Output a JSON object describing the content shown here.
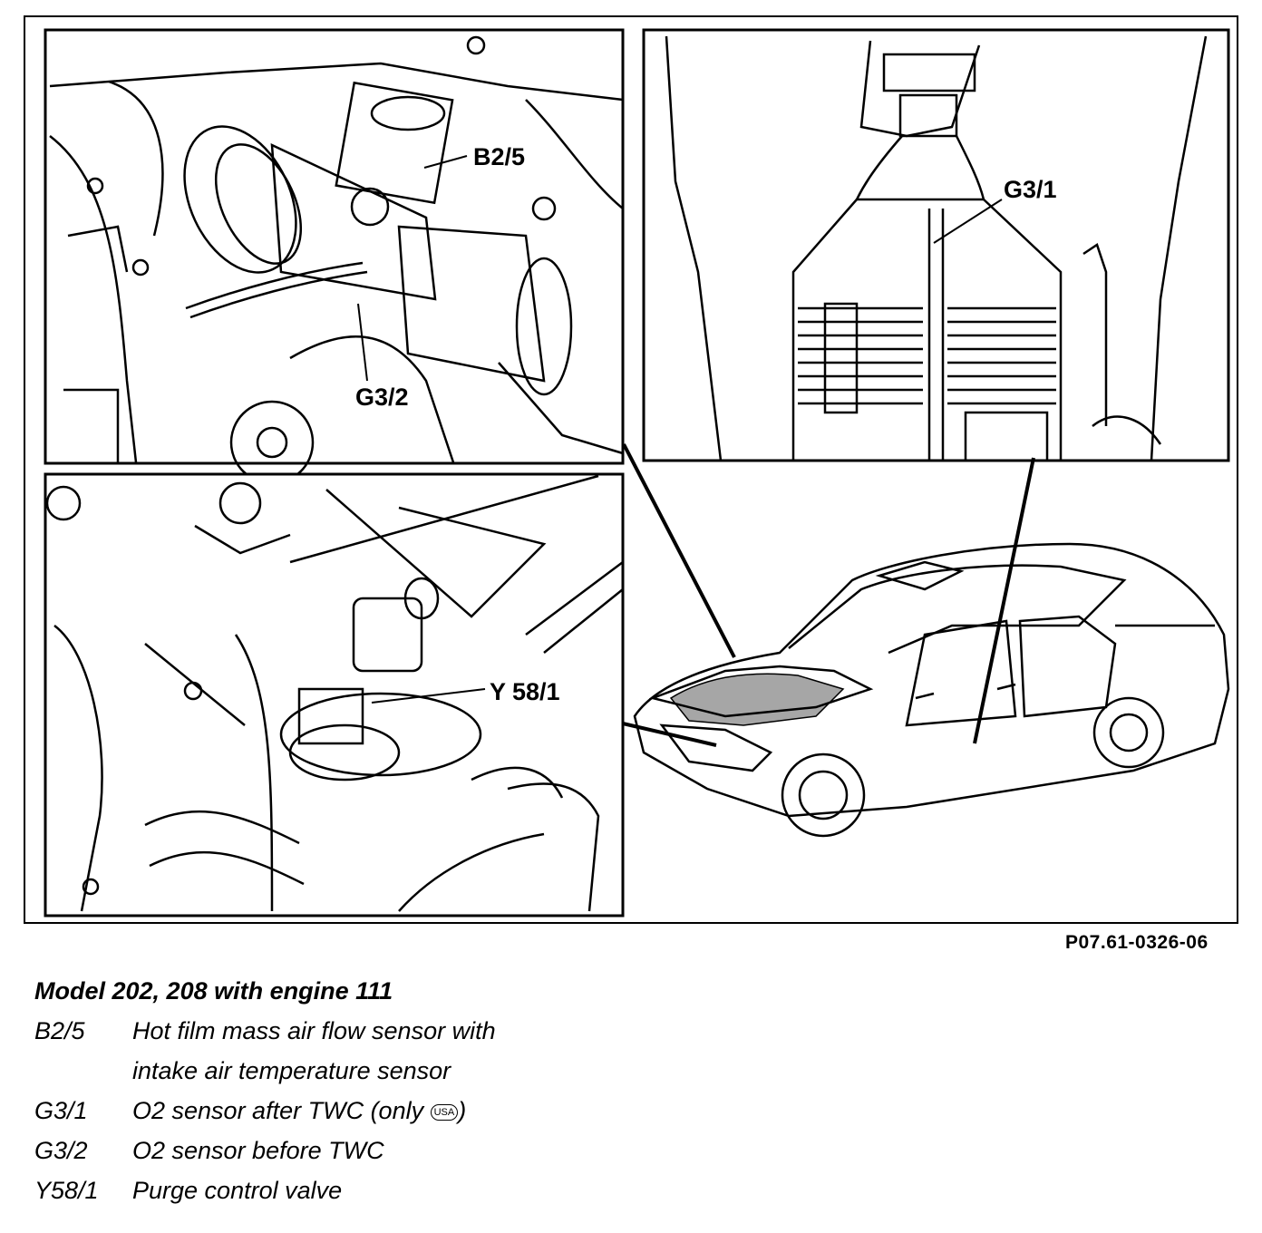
{
  "labels": {
    "b2_5": "B2/5",
    "g3_2": "G3/2",
    "g3_1": "G3/1",
    "y58_1": "Y 58/1"
  },
  "reference": "P07.61-0326-06",
  "caption": {
    "title": "Model 202, 208 with engine 111",
    "items": [
      {
        "code": "B2/5",
        "desc": "Hot film mass air flow sensor with"
      },
      {
        "code": "",
        "desc": "intake air temperature sensor"
      },
      {
        "code": "G3/1",
        "desc_before": "O2 sensor after TWC (only",
        "badge": "USA",
        "desc_after": ")"
      },
      {
        "code": "G3/2",
        "desc": "O2 sensor before TWC"
      },
      {
        "code": "Y58/1",
        "desc": "Purge control valve"
      }
    ]
  }
}
